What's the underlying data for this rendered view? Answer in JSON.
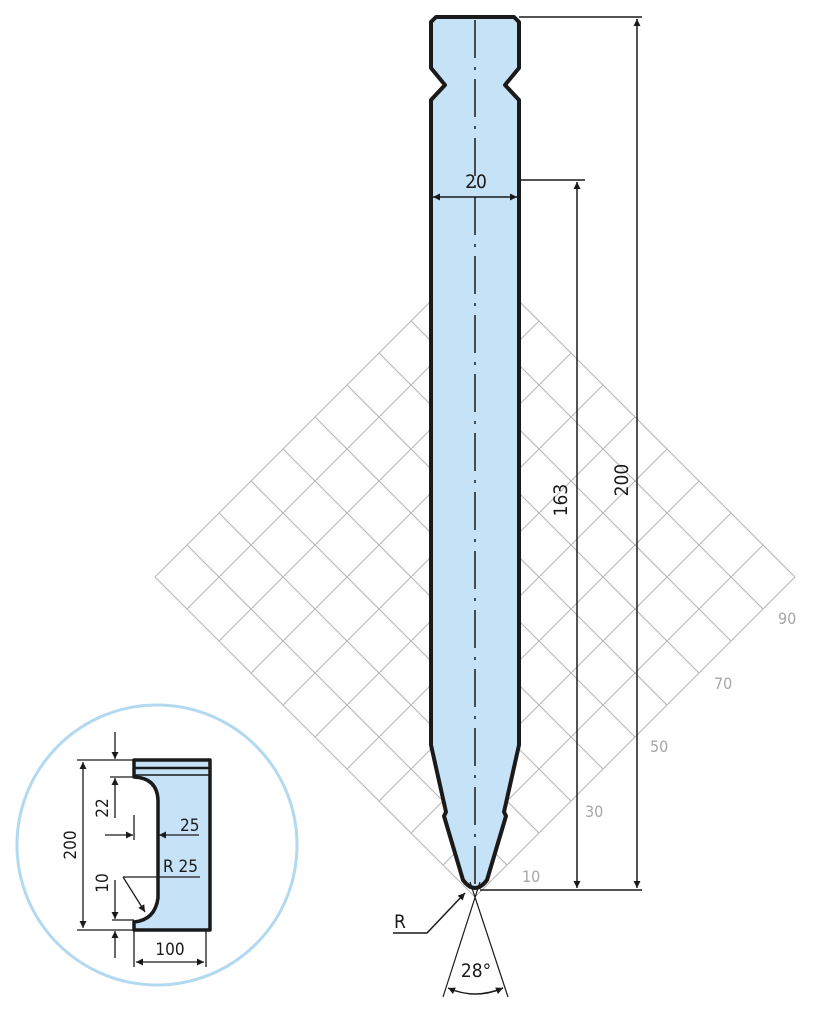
{
  "drawing": {
    "colors": {
      "fill": "#c6e2f6",
      "outline": "#1a1a1a",
      "grid": "#b5b5b5",
      "inset_circle": "#b3d9f0"
    },
    "dimensions": {
      "width": "20",
      "working_height": "163",
      "total_height": "200",
      "radius": "R",
      "angle": "28°"
    },
    "grid_labels": [
      "10",
      "30",
      "50",
      "70",
      "90"
    ],
    "inset": {
      "height": "200",
      "top_offset": "22",
      "depth": "25",
      "radius": "R 25",
      "bottom_offset": "10",
      "width": "100"
    }
  }
}
